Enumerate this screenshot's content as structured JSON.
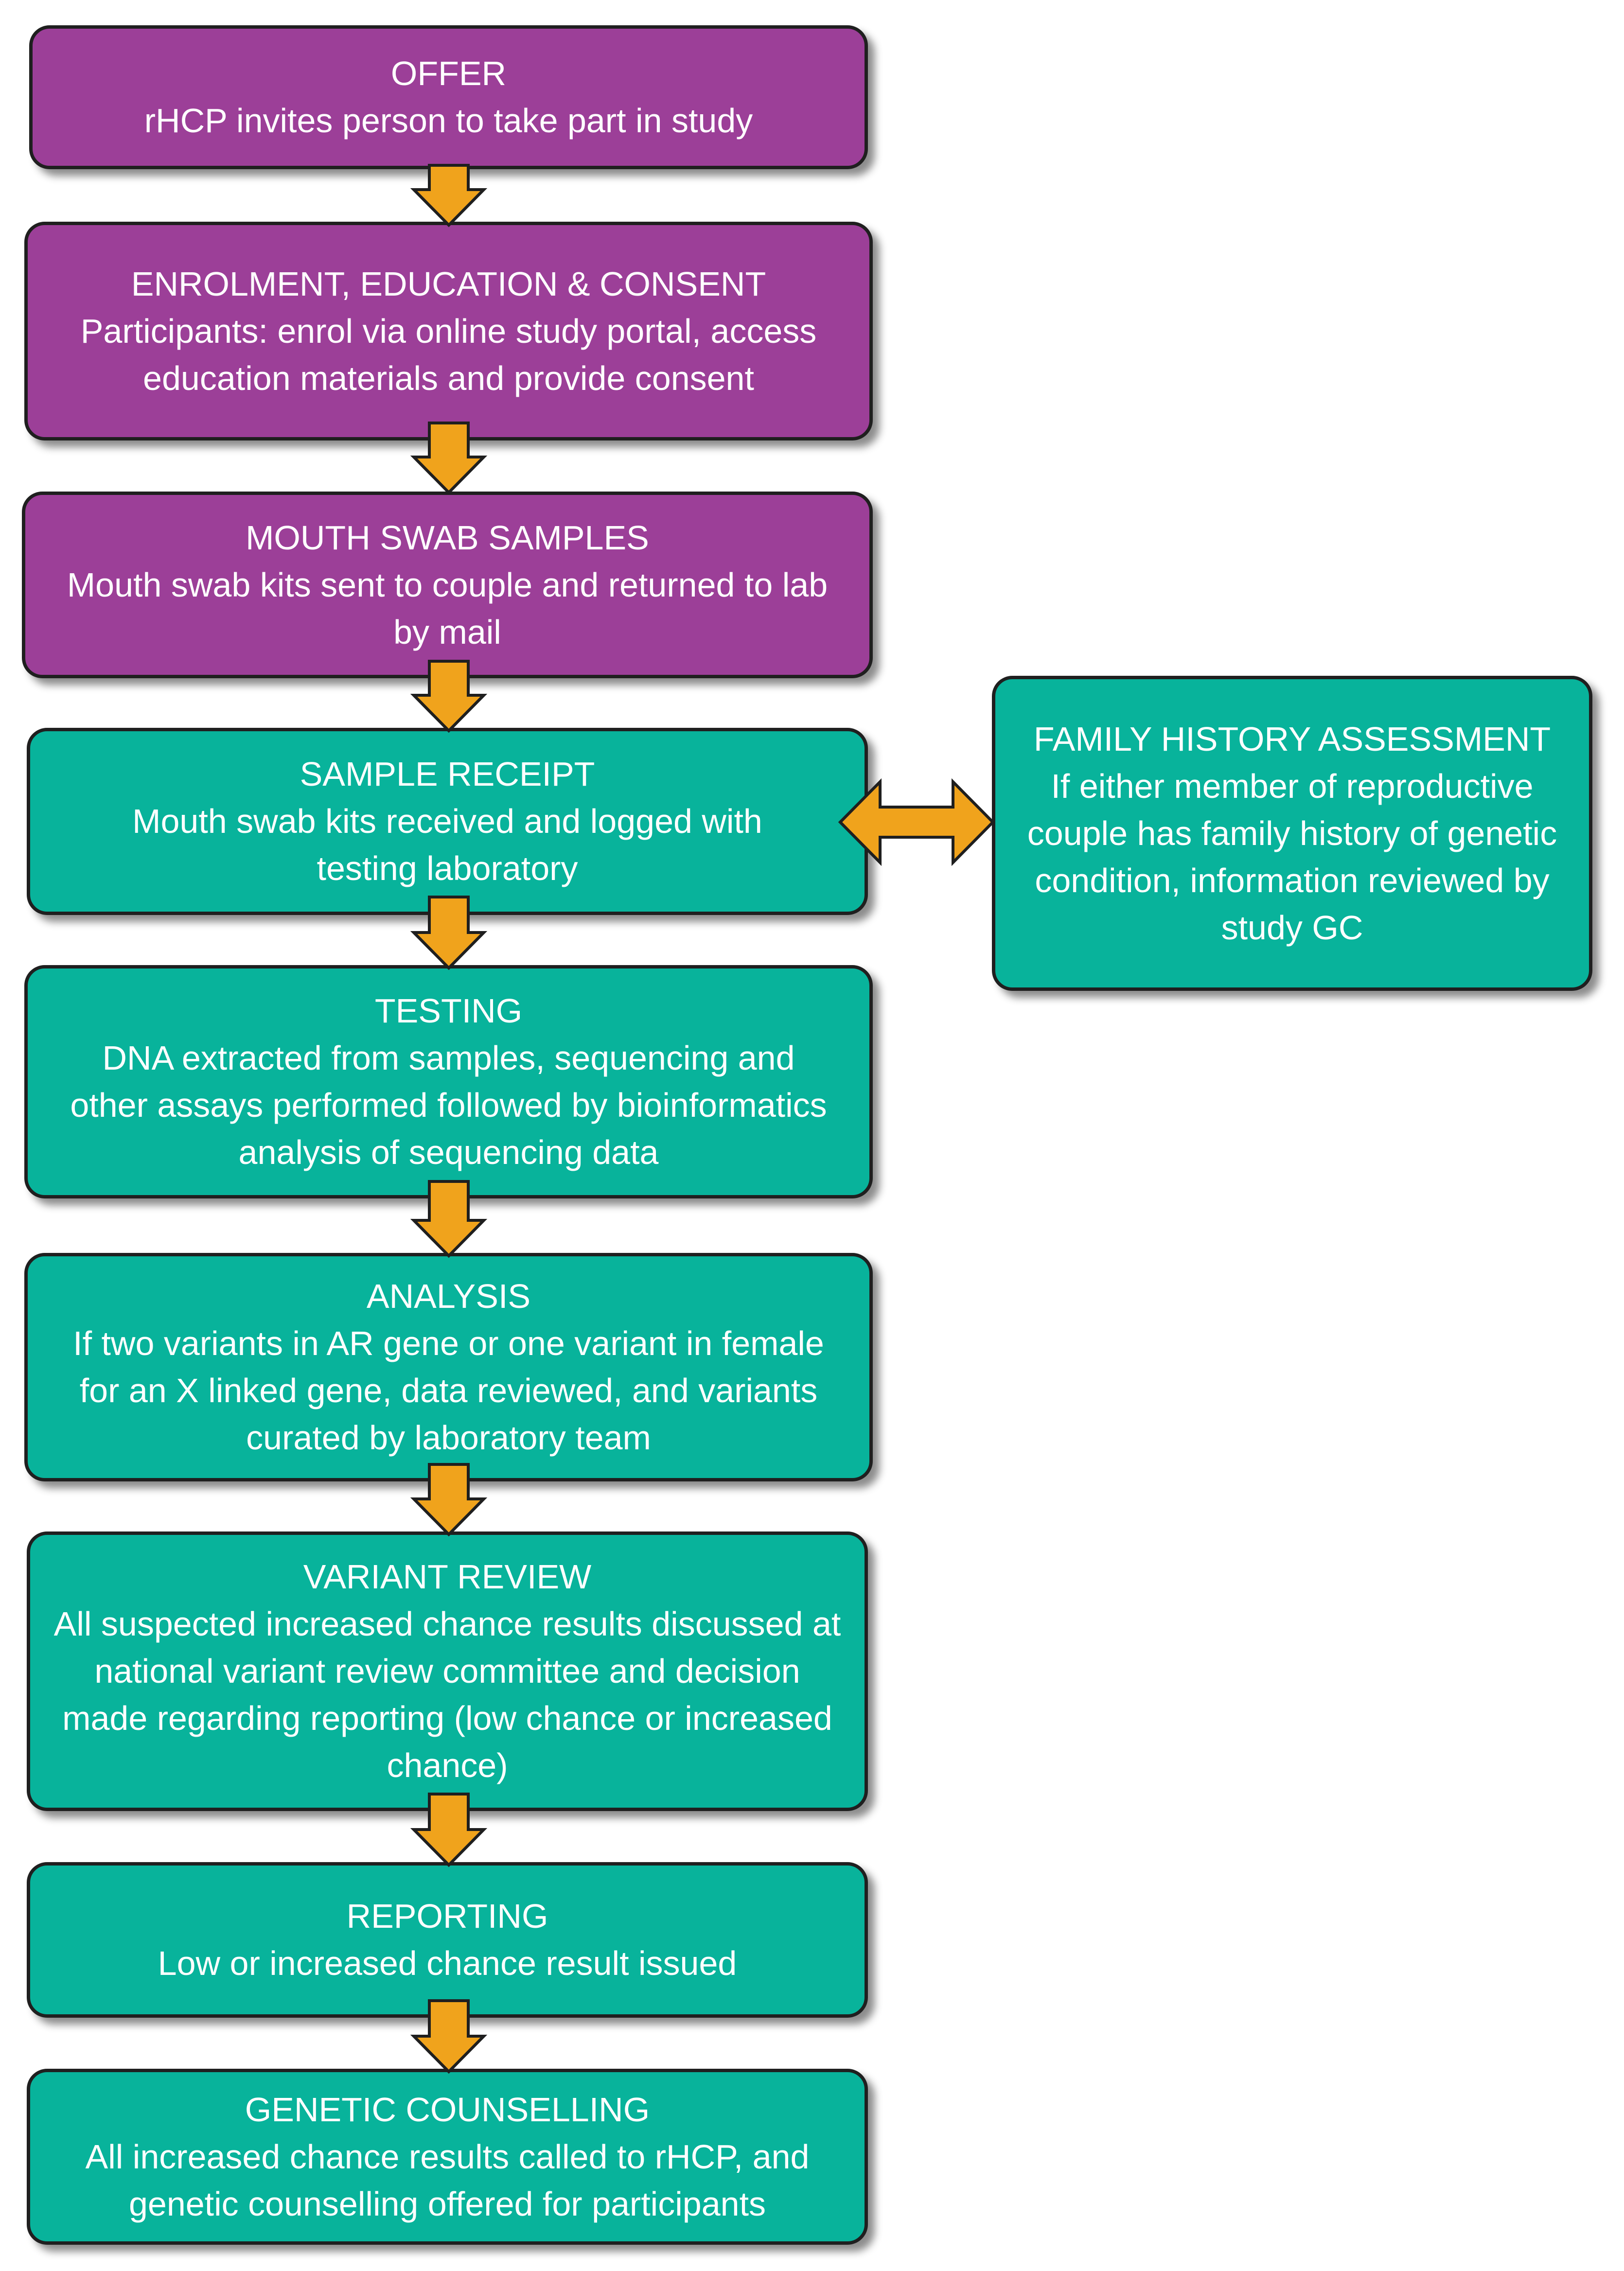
{
  "colors": {
    "purple": "#9c3f98",
    "teal": "#08b39b",
    "arrow": "#f0a31c",
    "border": "#1f1f1f"
  },
  "steps": [
    {
      "title": "OFFER",
      "desc": "rHCP invites person to take part in study"
    },
    {
      "title": "ENROLMENT, EDUCATION & CONSENT",
      "desc": "Participants: enrol via online study portal, access education materials and provide consent"
    },
    {
      "title": "MOUTH SWAB SAMPLES",
      "desc": "Mouth swab kits sent to couple and returned to lab by mail"
    },
    {
      "title": "SAMPLE RECEIPT",
      "desc": "Mouth swab kits received and logged with testing laboratory"
    },
    {
      "title": "TESTING",
      "desc": "DNA extracted from samples, sequencing and other assays performed followed by bioinformatics analysis of sequencing data"
    },
    {
      "title": "ANALYSIS",
      "desc": "If two variants in AR gene or one variant in female for an X linked gene, data reviewed, and variants curated by laboratory team"
    },
    {
      "title": "VARIANT REVIEW",
      "desc": "All suspected increased chance results discussed at national variant review committee and decision made regarding reporting (low chance or increased chance)"
    },
    {
      "title": "REPORTING",
      "desc": "Low or increased chance result issued"
    },
    {
      "title": "GENETIC COUNSELLING",
      "desc": "All increased chance results called to rHCP, and genetic counselling offered for participants"
    }
  ],
  "side": {
    "title": "FAMILY HISTORY ASSESSMENT",
    "desc": "If either member of reproductive couple has family history of genetic condition, information reviewed by study GC"
  }
}
